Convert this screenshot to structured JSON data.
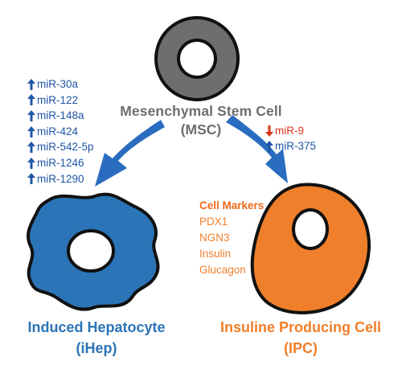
{
  "colors": {
    "msc_gray": "#6d6e70",
    "hep_blue": "#2b74b7",
    "ipc_orange": "#f07f2b",
    "arrow_blue": "#2a6cc0",
    "mir_up_blue": "#1f56a3",
    "mir_down_red": "#d9341c",
    "outline": "#111111"
  },
  "msc": {
    "title": "Mesenchymal Stem Cell",
    "abbr": "(MSC)"
  },
  "hepatocyte_mirnas": [
    {
      "label": "miR-30a",
      "direction": "up"
    },
    {
      "label": "miR-122",
      "direction": "up"
    },
    {
      "label": "miR-148a",
      "direction": "up"
    },
    {
      "label": "miR-424",
      "direction": "up"
    },
    {
      "label": "miR-542-5p",
      "direction": "up"
    },
    {
      "label": "miR-1246",
      "direction": "up"
    },
    {
      "label": "miR-1290",
      "direction": "up"
    }
  ],
  "ipc_mirnas": [
    {
      "label": "miR-9",
      "direction": "down"
    },
    {
      "label": "miR-375",
      "direction": "up"
    }
  ],
  "cell_markers": {
    "title": "Cell Markers",
    "items": [
      "PDX1",
      "NGN3",
      "Insulin",
      "Glucagon"
    ]
  },
  "hepatocyte": {
    "name": "Induced Hepatocyte",
    "abbr": "(iHep)"
  },
  "ipc": {
    "name": "Insuline Producing Cell",
    "abbr": "(IPC)"
  }
}
